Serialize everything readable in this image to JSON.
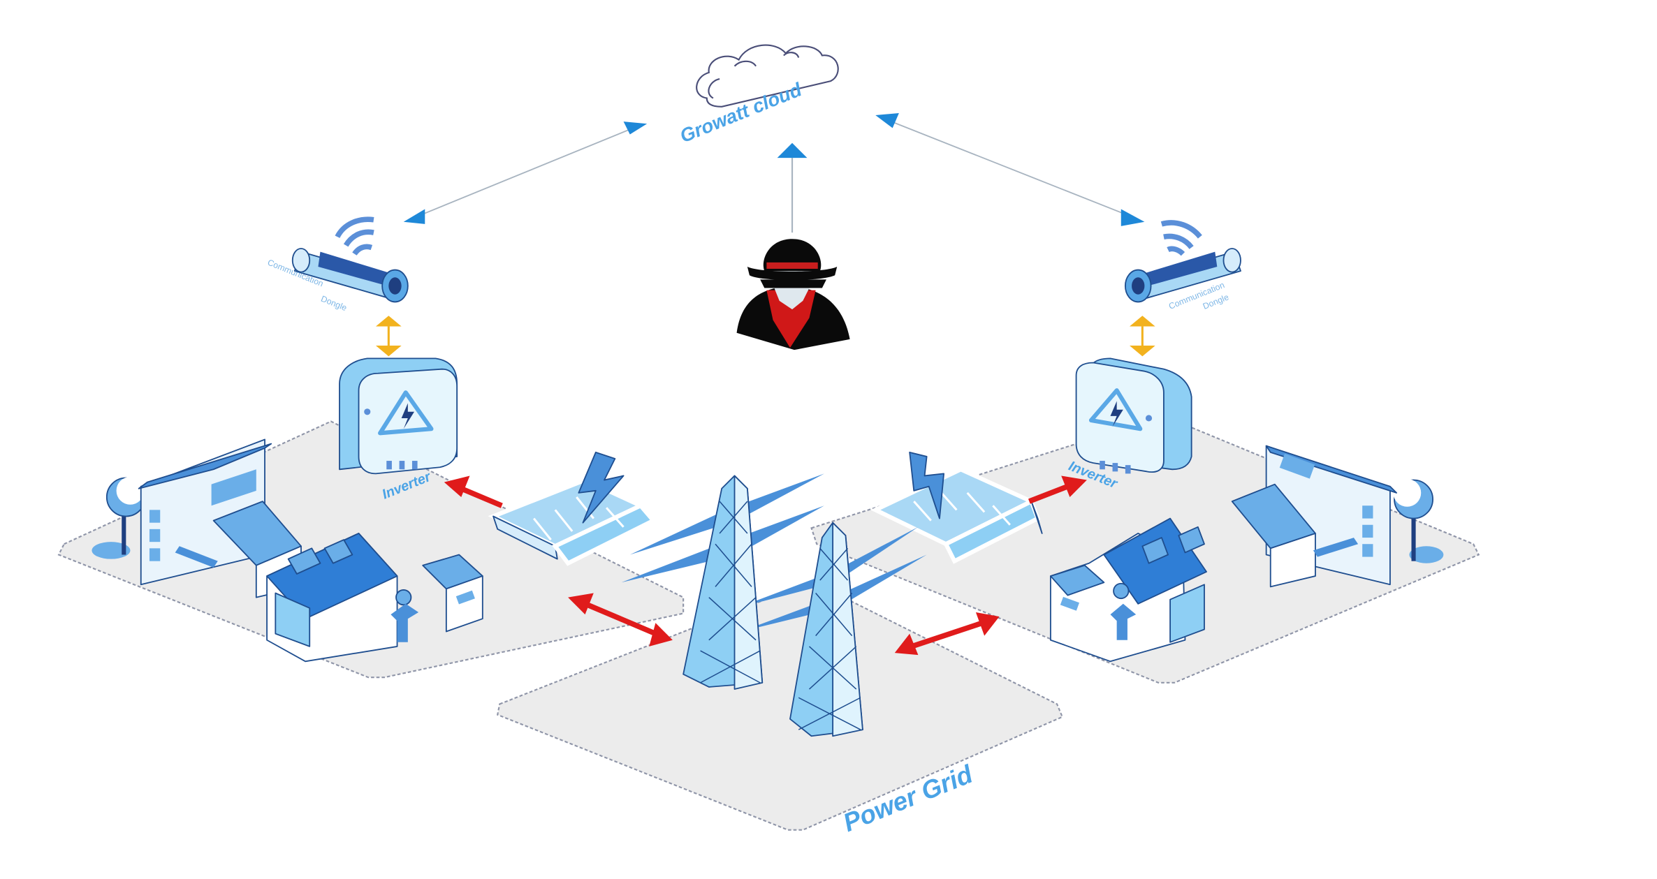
{
  "diagram": {
    "title": "Growatt cloud attack scenario",
    "nodes": {
      "cloud": {
        "label": "Growatt cloud",
        "icon": "cloud-icon"
      },
      "attacker": {
        "label": "",
        "icon": "hacker-icon"
      },
      "dongle_left": {
        "label_line1": "Communication",
        "label_line2": "Dongle",
        "icon": "wifi-dongle-icon"
      },
      "dongle_right": {
        "label_line1": "Communication",
        "label_line2": "Dongle",
        "icon": "wifi-dongle-icon"
      },
      "inverter_left": {
        "label": "Inverter",
        "icon": "inverter-icon"
      },
      "inverter_right": {
        "label": "Inverter",
        "icon": "inverter-icon"
      },
      "power_grid": {
        "label": "Power Grid",
        "icon": "transmission-tower-icon"
      }
    },
    "connections": [
      {
        "from": "dongle_left",
        "to": "cloud",
        "type": "bidirectional",
        "color": "#1e88d8"
      },
      {
        "from": "dongle_right",
        "to": "cloud",
        "type": "bidirectional",
        "color": "#1e88d8"
      },
      {
        "from": "attacker",
        "to": "cloud",
        "type": "unidirectional",
        "color": "#1e88d8"
      },
      {
        "from": "dongle_left",
        "to": "inverter_left",
        "type": "bidirectional",
        "color": "#f2b21e"
      },
      {
        "from": "dongle_right",
        "to": "inverter_right",
        "type": "bidirectional",
        "color": "#f2b21e"
      },
      {
        "from": "solar_left",
        "to": "inverter_left",
        "type": "unidirectional",
        "color": "#e01b1b"
      },
      {
        "from": "solar_right",
        "to": "inverter_right",
        "type": "unidirectional",
        "color": "#e01b1b"
      },
      {
        "from": "home_left",
        "to": "power_grid",
        "type": "bidirectional",
        "color": "#e01b1b"
      },
      {
        "from": "home_right",
        "to": "power_grid",
        "type": "bidirectional",
        "color": "#e01b1b"
      }
    ],
    "colors": {
      "label_blue": "#4aa3e6",
      "link_blue": "#1e88d8",
      "power_red": "#e01b1b",
      "data_amber": "#f2b21e",
      "platform_gray": "#ececec",
      "building_blue": "#4a90d9",
      "light_blue": "#a9d8f5"
    }
  }
}
